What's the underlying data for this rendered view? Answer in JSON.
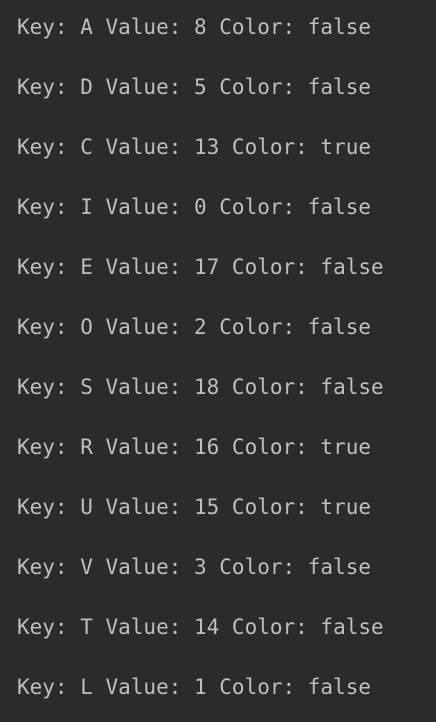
{
  "console": {
    "lines": [
      "Key: A Value: 8 Color: false",
      "Key: D Value: 5 Color: false",
      "Key: C Value: 13 Color: true",
      "Key: I Value: 0 Color: false",
      "Key: E Value: 17 Color: false",
      "Key: O Value: 2 Color: false",
      "Key: S Value: 18 Color: false",
      "Key: R Value: 16 Color: true",
      "Key: U Value: 15 Color: true",
      "Key: V Value: 3 Color: false",
      "Key: T Value: 14 Color: false",
      "Key: L Value: 1 Color: false"
    ]
  },
  "colors": {
    "background": "#2b2b2b",
    "text": "#bcbec4"
  }
}
